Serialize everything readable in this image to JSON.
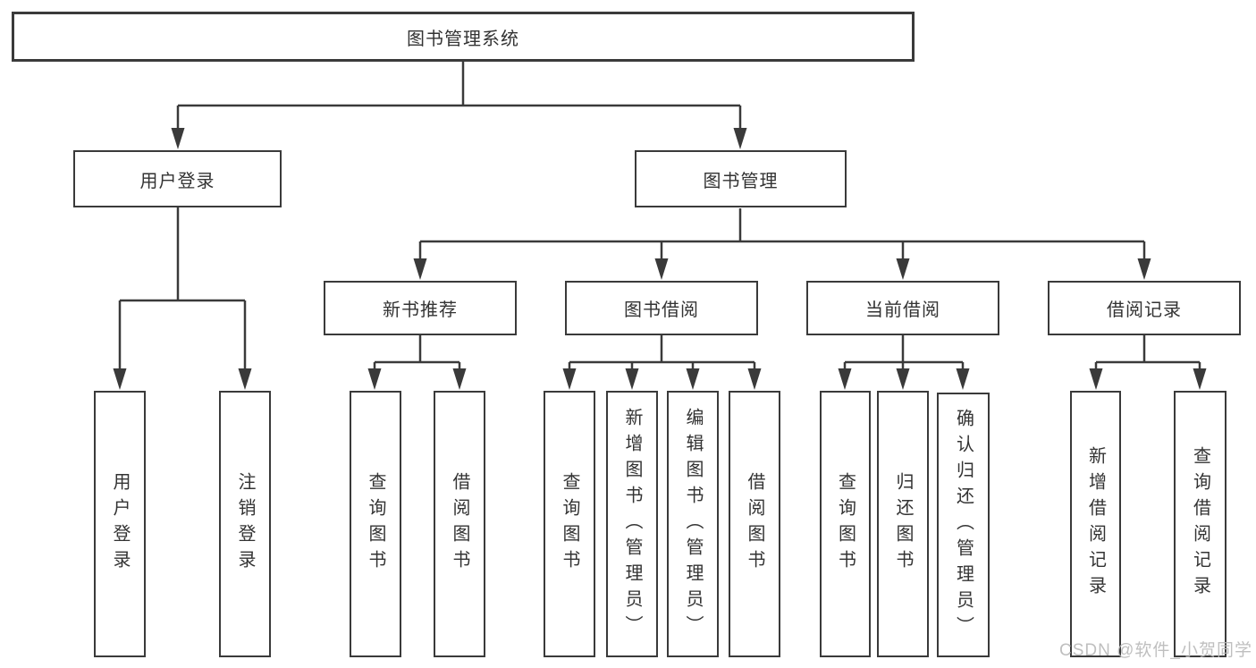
{
  "tree": {
    "root": "图书管理系统",
    "level2": [
      "用户登录",
      "图书管理"
    ],
    "level3": [
      "新书推荐",
      "图书借阅",
      "当前借阅",
      "借阅记录"
    ],
    "groups": {
      "user_login": [
        "用户登录",
        "注销登录"
      ],
      "new_book": [
        "查询图书",
        "借阅图书"
      ],
      "book_borrow": [
        "查询图书",
        "新增图书（管理员）",
        "编辑图书（管理员）",
        "借阅图书"
      ],
      "current_borrow": [
        "查询图书",
        "归还图书",
        "确认归还（管理员）"
      ],
      "borrow_record": [
        "新增借阅记录",
        "查询借阅记录"
      ]
    }
  },
  "watermark": "CSDN @软件_小贺同学",
  "colors": {
    "line": "#3a3a3a",
    "text": "#333333",
    "watermark": "#b9b9b9",
    "background": "#ffffff"
  }
}
